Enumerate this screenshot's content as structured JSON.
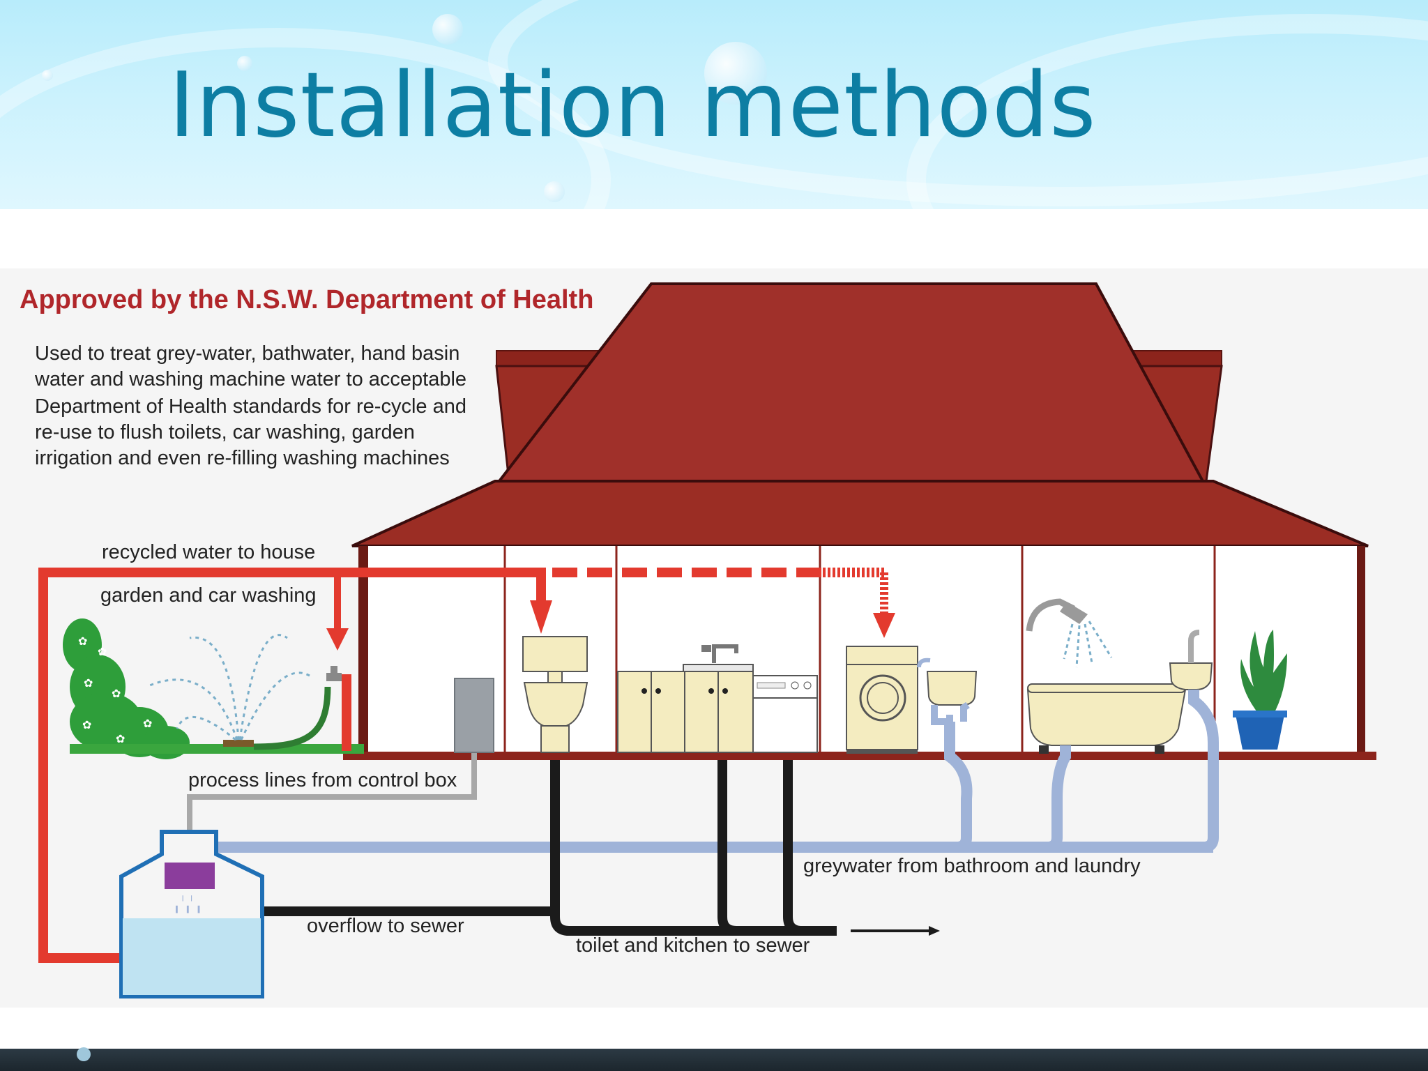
{
  "slide": {
    "title": "Installation methods"
  },
  "diagram": {
    "heading": "Approved by the N.S.W. Department of Health",
    "description_lines": [
      "Used to treat grey-water,  bathwater, hand basin",
      "water and washing machine water to acceptable",
      "Department of Health standards for re-cycle and",
      "re-use  to  flush  toilets,  car  washing,  garden",
      "irrigation and  even  re-filling  washing machines"
    ],
    "labels": {
      "recycled_water": "recycled water to house",
      "garden_car": "garden and car washing",
      "process_lines": "process lines from control box",
      "greywater": "greywater from bathroom and laundry",
      "overflow": "overflow to sewer",
      "toilet_kitchen": "toilet and kitchen to sewer"
    },
    "colors": {
      "roof": "#9b2d24",
      "recycled_pipe": "#e33a2e",
      "greywater_pipe": "#9fb3d8",
      "sewer_pipe": "#1b1b1b",
      "process_line": "#a8a8a8",
      "heading": "#b0262a"
    }
  }
}
